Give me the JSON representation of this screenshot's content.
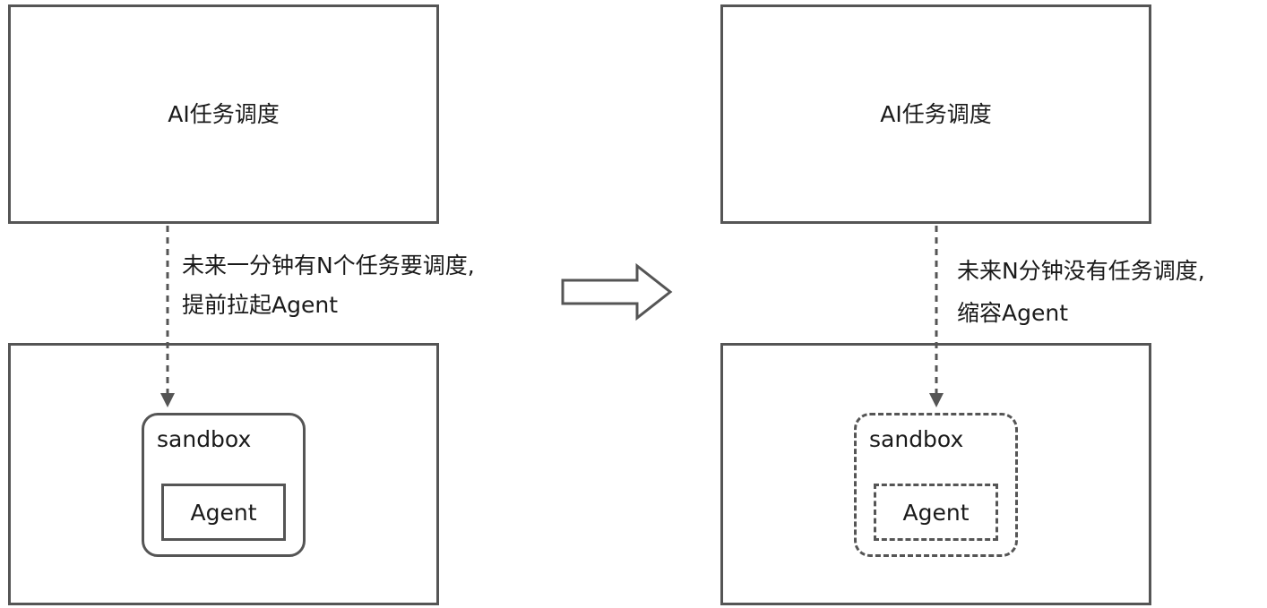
{
  "left": {
    "scheduler_label": "AI任务调度",
    "edge_line1": "未来一分钟有N个任务要调度,",
    "edge_line2": "提前拉起Agent",
    "sandbox_label": "sandbox",
    "agent_label": "Agent"
  },
  "right": {
    "scheduler_label": "AI任务调度",
    "edge_line1": "未来N分钟没有任务调度,",
    "edge_line2": "缩容Agent",
    "sandbox_label": "sandbox",
    "agent_label": "Agent"
  },
  "colors": {
    "stroke": "#555555",
    "text": "#1a1a1a"
  }
}
